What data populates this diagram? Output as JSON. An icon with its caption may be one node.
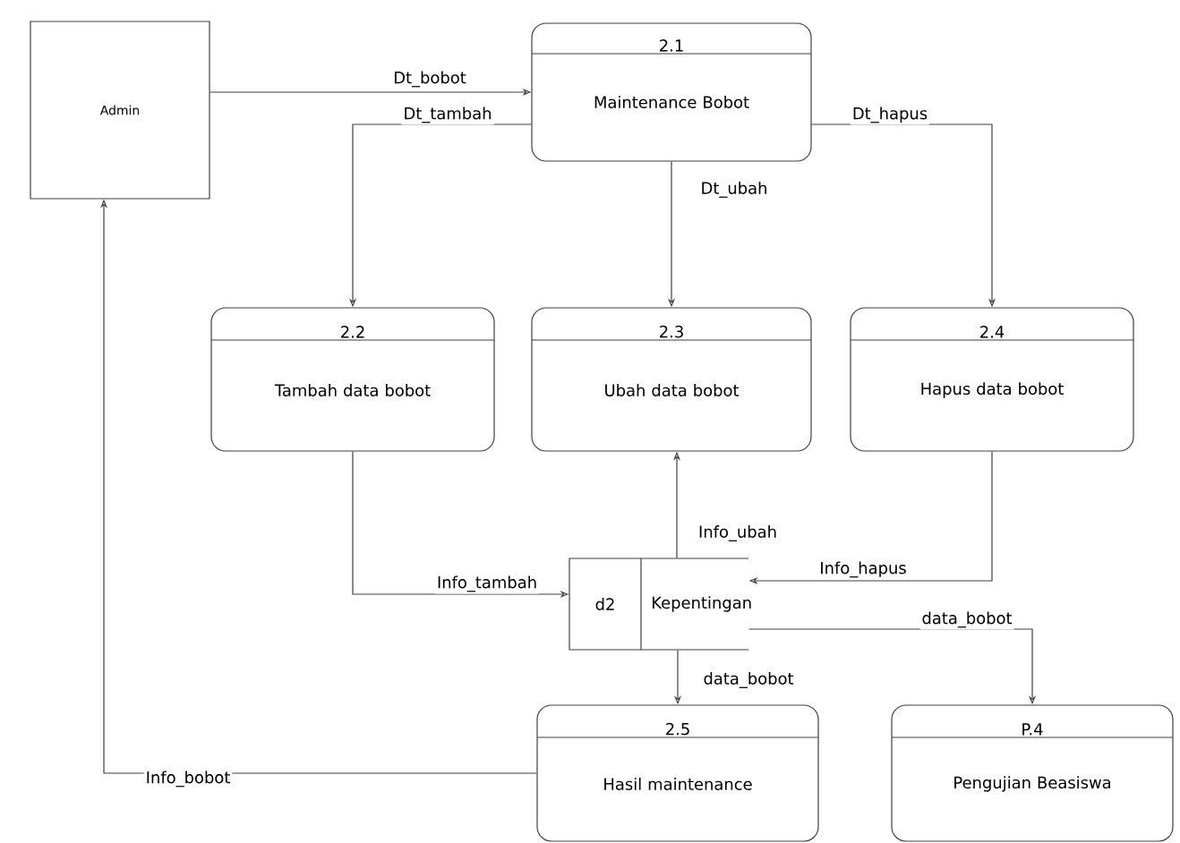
{
  "diagram": {
    "nodes": [
      {
        "text": [
          "Admin"
        ]
      },
      {
        "text": [
          "2.1",
          "Maintenance Bobot"
        ]
      },
      {
        "text": [
          "2.2",
          "Tambah data bobot"
        ]
      },
      {
        "text": [
          "2.3",
          "Ubah data bobot"
        ]
      },
      {
        "text": [
          "2.4",
          "Hapus data bobot"
        ]
      },
      {
        "text": [
          "d2",
          "Kepentingan"
        ]
      },
      {
        "text": [
          "2.5",
          "Hasil maintenance"
        ]
      },
      {
        "text": [
          "P.4",
          "Pengujian Beasiswa"
        ]
      }
    ],
    "edges": [
      {
        "from": 0,
        "to": 1,
        "arrow": "to",
        "label": "Dt_bobot"
      },
      {
        "from": 1,
        "to": 2,
        "arrow": "to",
        "label": "Dt_tambah"
      },
      {
        "from": 1,
        "to": 3,
        "arrow": "to",
        "label": "Dt_ubah"
      },
      {
        "from": 1,
        "to": 4,
        "arrow": "to",
        "label": "Dt_hapus"
      },
      {
        "from": 2,
        "to": 5,
        "arrow": "to",
        "label": "Info_tambah"
      },
      {
        "from": 5,
        "to": 3,
        "arrow": "to",
        "label": "Info_ubah"
      },
      {
        "from": 4,
        "to": 5,
        "arrow": "to",
        "label": "Info_hapus"
      },
      {
        "from": 5,
        "to": 7,
        "arrow": "to",
        "label": "data_bobot"
      },
      {
        "from": 5,
        "to": 6,
        "arrow": "to",
        "label": "data_bobot"
      },
      {
        "from": 6,
        "to": 0,
        "arrow": "to",
        "label": "Info_bobot"
      }
    ]
  }
}
